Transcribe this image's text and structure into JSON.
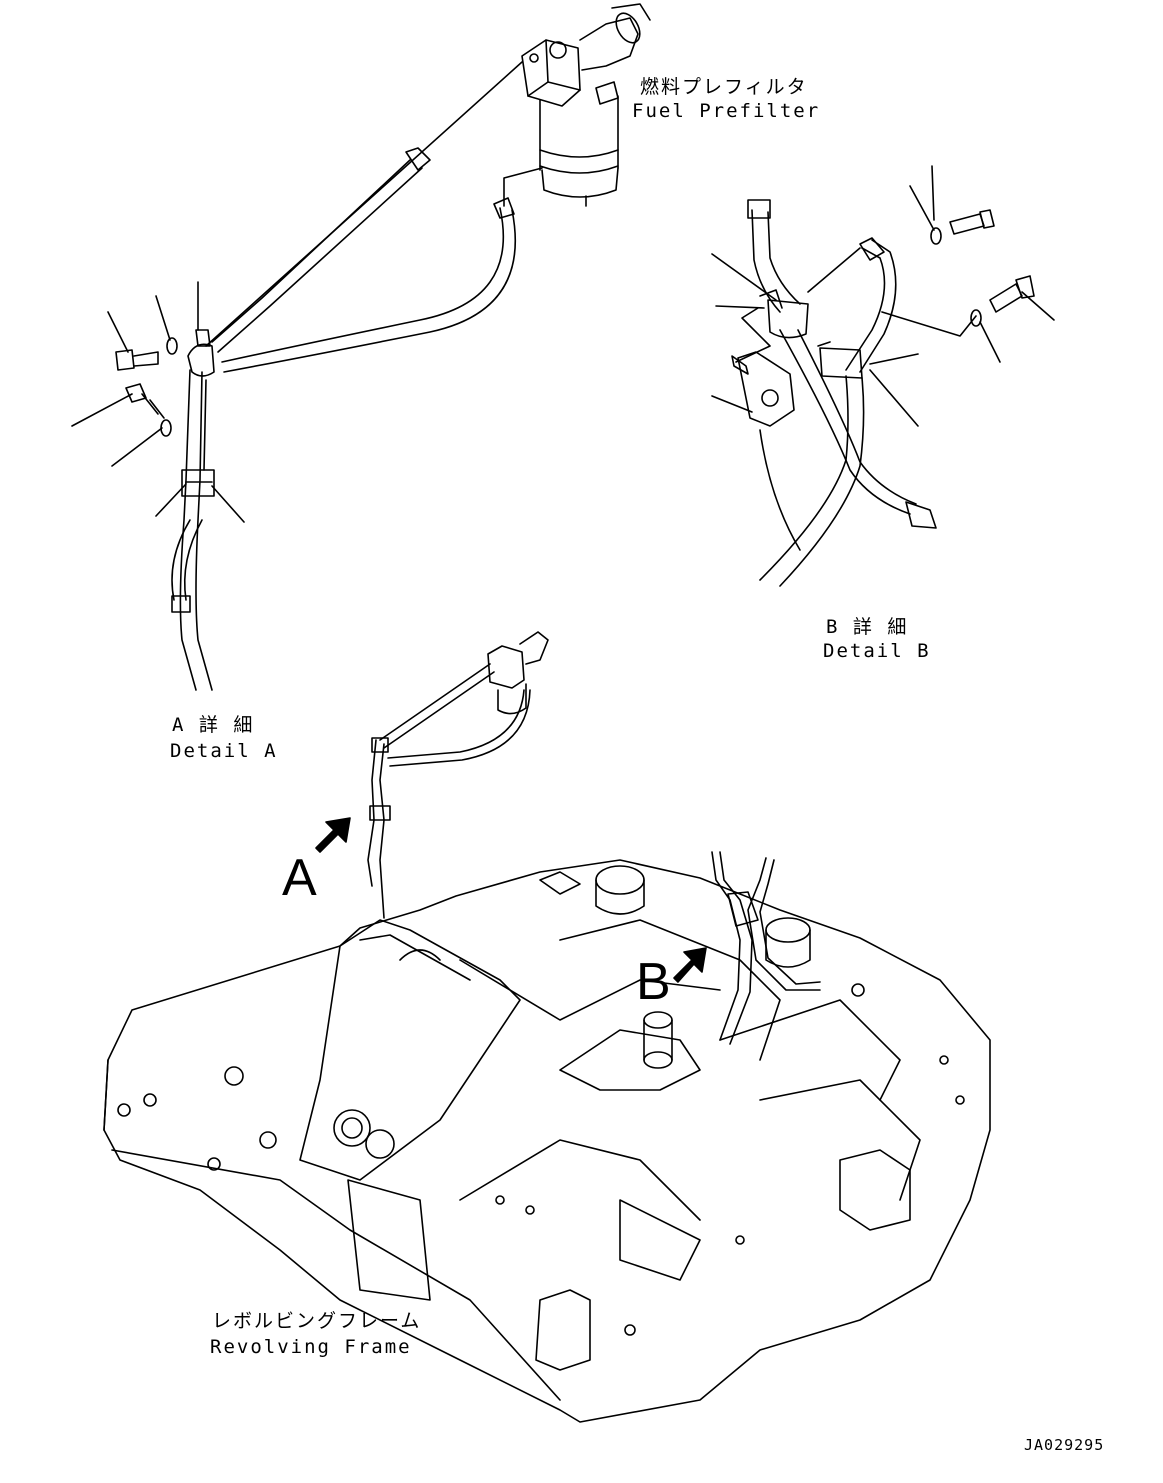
{
  "labels": {
    "fuel_prefilter_jp": "燃料プレフィルタ",
    "fuel_prefilter_en": "Fuel Prefilter",
    "detail_b_jp": "B 詳 細",
    "detail_b_en": "Detail B",
    "detail_a_jp": "A 詳 細",
    "detail_a_en": "Detail A",
    "view_a": "A",
    "view_b": "B",
    "revolving_frame_jp": "レボルビングフレーム",
    "revolving_frame_en": "Revolving Frame",
    "drawing_id": "JA029295"
  }
}
